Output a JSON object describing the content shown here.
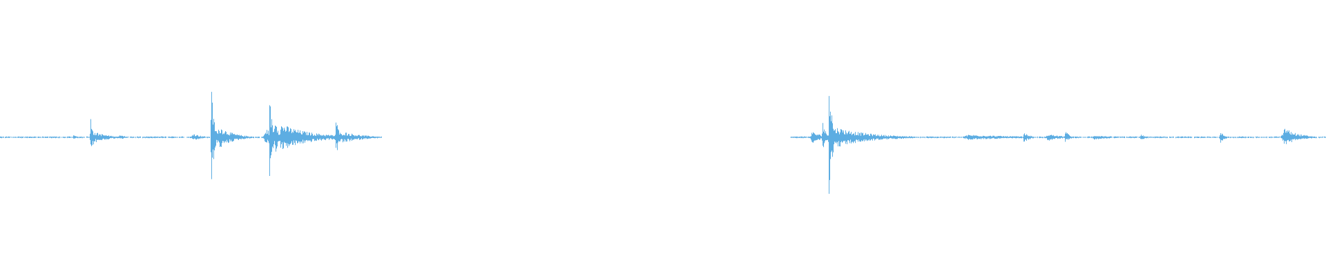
{
  "waveform": {
    "color": "#5dade2",
    "background": "#ffffff",
    "duration_fraction_segments": [
      {
        "start": 0.0,
        "end": 0.288
      },
      {
        "start": 0.596,
        "end": 1.0
      }
    ],
    "baseline_amplitude": 0.006,
    "peaks": [
      {
        "t": 0.055,
        "amp_up": 0.015,
        "amp_down": 0.012,
        "width": 0.003
      },
      {
        "t": 0.068,
        "amp_up": 0.16,
        "amp_down": 0.16,
        "width": 0.002
      },
      {
        "t": 0.072,
        "amp_up": 0.035,
        "amp_down": 0.035,
        "width": 0.01
      },
      {
        "t": 0.09,
        "amp_up": 0.015,
        "amp_down": 0.015,
        "width": 0.006
      },
      {
        "t": 0.145,
        "amp_up": 0.03,
        "amp_down": 0.03,
        "width": 0.006
      },
      {
        "t": 0.159,
        "amp_up": 0.38,
        "amp_down": 0.39,
        "width": 0.002
      },
      {
        "t": 0.165,
        "amp_up": 0.08,
        "amp_down": 0.08,
        "width": 0.01
      },
      {
        "t": 0.2,
        "amp_up": 0.06,
        "amp_down": 0.06,
        "width": 0.008
      },
      {
        "t": 0.203,
        "amp_up": 0.3,
        "amp_down": 0.31,
        "width": 0.002
      },
      {
        "t": 0.207,
        "amp_up": 0.23,
        "amp_down": 0.16,
        "width": 0.002
      },
      {
        "t": 0.212,
        "amp_up": 0.09,
        "amp_down": 0.09,
        "width": 0.022
      },
      {
        "t": 0.253,
        "amp_up": 0.16,
        "amp_down": 0.16,
        "width": 0.002
      },
      {
        "t": 0.258,
        "amp_up": 0.04,
        "amp_down": 0.04,
        "width": 0.015
      },
      {
        "t": 0.612,
        "amp_up": 0.04,
        "amp_down": 0.04,
        "width": 0.008
      },
      {
        "t": 0.62,
        "amp_up": 0.14,
        "amp_down": 0.12,
        "width": 0.002
      },
      {
        "t": 0.625,
        "amp_up": 0.49,
        "amp_down": 0.49,
        "width": 0.002
      },
      {
        "t": 0.63,
        "amp_up": 0.07,
        "amp_down": 0.07,
        "width": 0.025
      },
      {
        "t": 0.66,
        "amp_up": 0.02,
        "amp_down": 0.02,
        "width": 0.02
      },
      {
        "t": 0.73,
        "amp_up": 0.018,
        "amp_down": 0.018,
        "width": 0.04
      },
      {
        "t": 0.772,
        "amp_up": 0.04,
        "amp_down": 0.04,
        "width": 0.004
      },
      {
        "t": 0.79,
        "amp_up": 0.025,
        "amp_down": 0.025,
        "width": 0.01
      },
      {
        "t": 0.803,
        "amp_up": 0.05,
        "amp_down": 0.04,
        "width": 0.003
      },
      {
        "t": 0.825,
        "amp_up": 0.015,
        "amp_down": 0.015,
        "width": 0.015
      },
      {
        "t": 0.86,
        "amp_up": 0.02,
        "amp_down": 0.02,
        "width": 0.004
      },
      {
        "t": 0.92,
        "amp_up": 0.04,
        "amp_down": 0.04,
        "width": 0.003
      },
      {
        "t": 0.968,
        "amp_up": 0.07,
        "amp_down": 0.06,
        "width": 0.01
      }
    ]
  }
}
